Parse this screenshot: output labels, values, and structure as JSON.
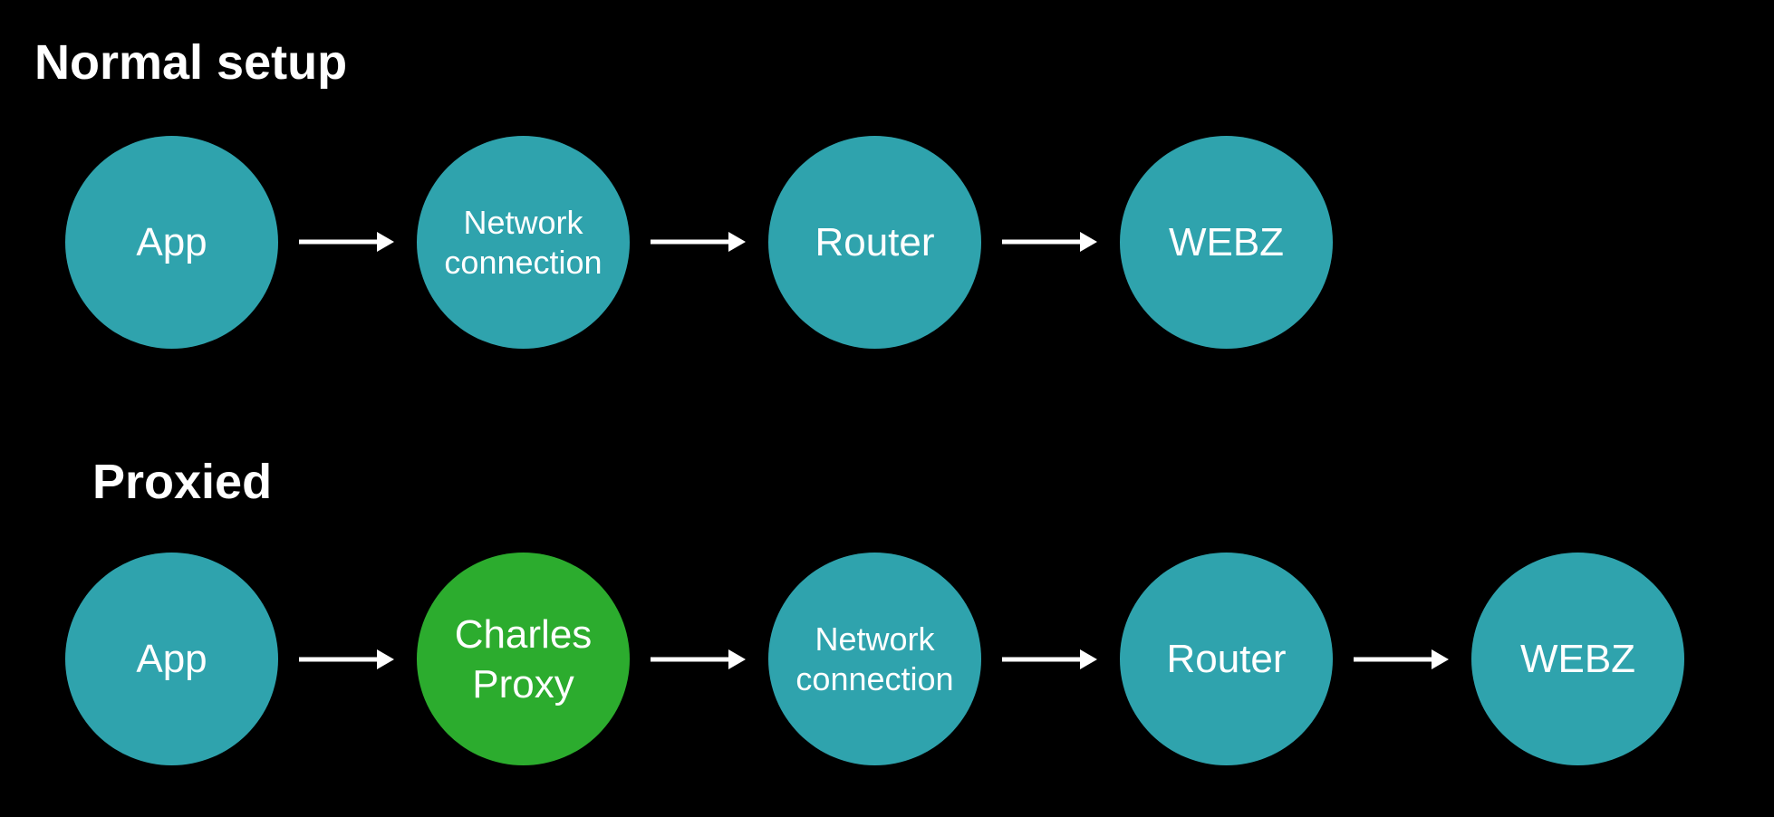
{
  "colors": {
    "background": "#000000",
    "node_teal": "#2FA3AD",
    "node_green": "#2CAC2E",
    "text": "#FFFFFF",
    "arrow": "#FFFFFF"
  },
  "rows": [
    {
      "title": "Normal setup",
      "nodes": [
        {
          "name": "app",
          "lines": [
            "App"
          ]
        },
        {
          "name": "network-connection",
          "lines": [
            "Network",
            "connection"
          ]
        },
        {
          "name": "router",
          "lines": [
            "Router"
          ]
        },
        {
          "name": "webz",
          "lines": [
            "WEBZ"
          ]
        }
      ]
    },
    {
      "title": "Proxied",
      "nodes": [
        {
          "name": "app",
          "lines": [
            "App"
          ]
        },
        {
          "name": "charles-proxy",
          "lines": [
            "Charles",
            "Proxy"
          ],
          "highlight": true
        },
        {
          "name": "network-connection",
          "lines": [
            "Network",
            "connection"
          ]
        },
        {
          "name": "router",
          "lines": [
            "Router"
          ]
        },
        {
          "name": "webz",
          "lines": [
            "WEBZ"
          ]
        }
      ]
    }
  ]
}
